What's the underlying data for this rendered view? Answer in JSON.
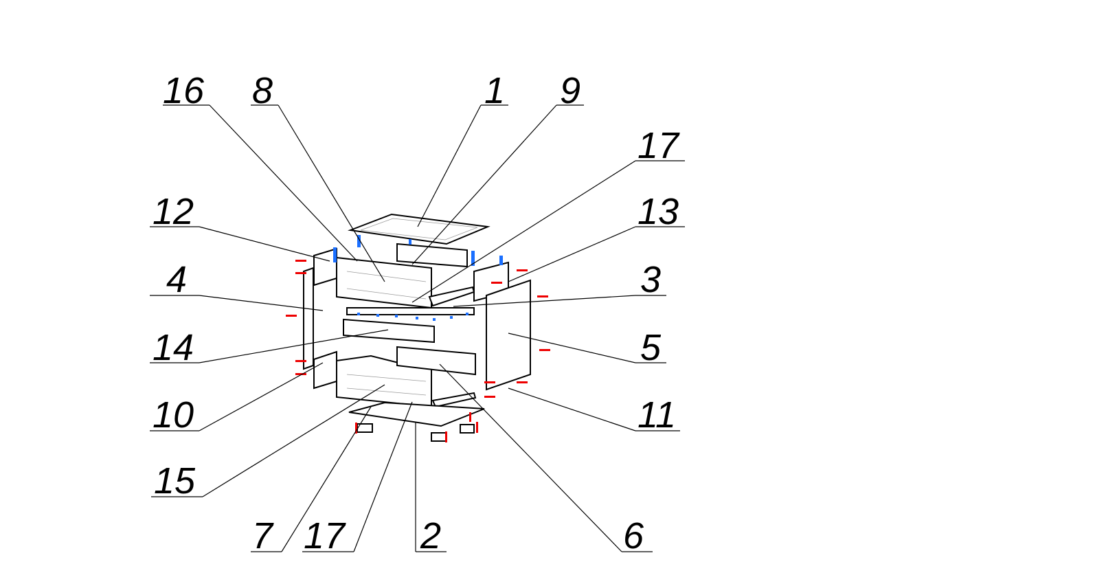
{
  "diagram": {
    "type": "exploded-assembly-view",
    "callouts": [
      {
        "id": "16",
        "text": "16"
      },
      {
        "id": "8",
        "text": "8"
      },
      {
        "id": "1",
        "text": "1"
      },
      {
        "id": "9",
        "text": "9"
      },
      {
        "id": "17a",
        "text": "17"
      },
      {
        "id": "12",
        "text": "12"
      },
      {
        "id": "13",
        "text": "13"
      },
      {
        "id": "4",
        "text": "4"
      },
      {
        "id": "3",
        "text": "3"
      },
      {
        "id": "14",
        "text": "14"
      },
      {
        "id": "5",
        "text": "5"
      },
      {
        "id": "10",
        "text": "10"
      },
      {
        "id": "11",
        "text": "11"
      },
      {
        "id": "15",
        "text": "15"
      },
      {
        "id": "7",
        "text": "7"
      },
      {
        "id": "17b",
        "text": "17"
      },
      {
        "id": "2",
        "text": "2"
      },
      {
        "id": "6",
        "text": "6"
      }
    ],
    "colors": {
      "fastener": "#e00000",
      "bracket": "#1a6fff",
      "line": "#000000"
    }
  }
}
